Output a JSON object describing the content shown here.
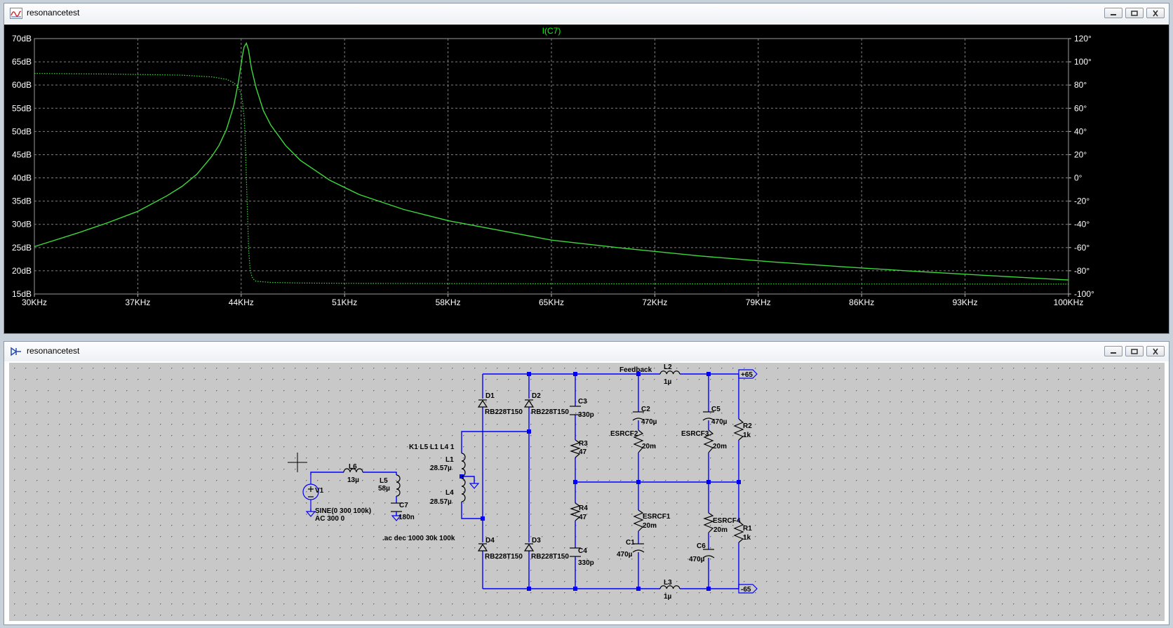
{
  "plot_window": {
    "title": "resonancetest",
    "trace_label": "I(C7)",
    "icon": "waveform-icon",
    "colors": {
      "background": "#000000",
      "grid": "#808080",
      "trace": "#3cd93c",
      "axis_text": "#ffffff",
      "label": "#00ff00"
    }
  },
  "schematic_window": {
    "title": "resonancetest",
    "icon": "schematic-icon",
    "colors": {
      "background": "#c8c8c8",
      "wire": "#0000ff",
      "component": "#000000",
      "text": "#000000"
    }
  },
  "window_controls": {
    "minimize": "minimize-icon",
    "restore": "restore-icon",
    "close": "close-icon"
  },
  "chart_data": {
    "type": "line",
    "x_ticks": [
      "30KHz",
      "37KHz",
      "44KHz",
      "51KHz",
      "58KHz",
      "65KHz",
      "72KHz",
      "79KHz",
      "86KHz",
      "93KHz",
      "100KHz"
    ],
    "y_left_ticks": [
      "70dB",
      "65dB",
      "60dB",
      "55dB",
      "50dB",
      "45dB",
      "40dB",
      "35dB",
      "30dB",
      "25dB",
      "20dB",
      "15dB"
    ],
    "y_right_ticks": [
      "120°",
      "100°",
      "80°",
      "60°",
      "40°",
      "20°",
      "0°",
      "-20°",
      "-40°",
      "-60°",
      "-80°",
      "-100°"
    ],
    "xlim_khz": [
      30,
      100
    ],
    "ylim_db": [
      15,
      70
    ],
    "ylim_deg": [
      -100,
      120
    ],
    "grid": true,
    "series": [
      {
        "name": "I(C7)",
        "style": "solid",
        "axis": "left",
        "x_khz": [
          30,
          33,
          35,
          37,
          39,
          40,
          41,
          42,
          42.5,
          43,
          43.5,
          43.8,
          44,
          44.1,
          44.2,
          44.35,
          44.5,
          44.7,
          45,
          45.5,
          46,
          47,
          48,
          50,
          52,
          55,
          58,
          62,
          65,
          70,
          75,
          80,
          85,
          90,
          95,
          100
        ],
        "y_db": [
          25.2,
          28.2,
          30.4,
          32.8,
          36.2,
          38.2,
          40.8,
          44.6,
          47,
          50.4,
          55.6,
          60.5,
          64.6,
          66.6,
          68.2,
          69,
          67.5,
          63.5,
          59.5,
          54.5,
          51.4,
          47,
          43.8,
          39.5,
          36.4,
          33.2,
          30.8,
          28.4,
          26.6,
          24.8,
          23.2,
          21.9,
          20.8,
          19.8,
          18.9,
          18
        ]
      },
      {
        "name": "phase",
        "style": "dotted",
        "axis": "right",
        "x_khz": [
          30,
          35,
          40,
          42,
          43,
          43.5,
          43.8,
          44,
          44.1,
          44.2,
          44.25,
          44.3,
          44.35,
          44.4,
          44.45,
          44.5,
          44.55,
          44.6,
          44.7,
          44.8,
          45,
          46,
          48,
          51,
          58,
          65,
          75,
          85,
          100
        ],
        "y_deg": [
          90,
          89.5,
          88.5,
          87,
          85,
          82,
          78,
          72,
          64,
          52,
          40,
          22,
          0,
          -20,
          -40,
          -60,
          -70,
          -78,
          -84,
          -87,
          -89,
          -90,
          -90.5,
          -90.8,
          -91,
          -91.2,
          -91.3,
          -91.4,
          -91.5
        ]
      }
    ]
  },
  "schematic": {
    "labels": {
      "d1": "D1",
      "d2": "D2",
      "d3": "D3",
      "d4": "D4",
      "d1_model": "RB228T150",
      "d2_model": "RB228T150",
      "d3_model": "RB228T150",
      "d4_model": "RB228T150",
      "c3": "C3",
      "c3_val": "330p",
      "c4": "C4",
      "c4_val": "330p",
      "r3": "R3",
      "r3_val": "47",
      "r4": "R4",
      "r4_val": "47",
      "feedback": "Feedback",
      "l2": "L2",
      "l2_val": "1µ",
      "l3": "L3",
      "l3_val": "1µ",
      "pos65": "+65",
      "neg65": "-65",
      "c2": "C2",
      "c2_val": "470µ",
      "esrcf2": "ESRCF2",
      "esrcf2_val": "20m",
      "c5": "C5",
      "c5_val": "470µ",
      "esrcf3": "ESRCF3",
      "esrcf3_val": "20m",
      "r2": "R2",
      "r2_val": "1k",
      "r1": "R1",
      "r1_val": "1k",
      "esrcf1": "ESRCF1",
      "esrcf1_val": "20m",
      "c1": "C1",
      "c1_val": "470µ",
      "esrcf4": "ESRCF4",
      "esrcf4_val": "20m",
      "c6": "C6",
      "c6_val": "470µ",
      "k1": "K1 L5 L1 L4 1",
      "l1": "L1",
      "l1_val": "28.57µ",
      "l4": "L4",
      "l4_val": "28.57µ",
      "l6": "L6",
      "l6_val": "13µ",
      "l5": "L5",
      "l5_val": "58µ",
      "c7": "C7",
      "c7_val": "180n",
      "v1": "V1",
      "v1_val": "SINE(0 300 100k)",
      "v1_ac": "AC 300 0",
      "ac_directive": ".ac dec 1000 30k 100k"
    }
  }
}
